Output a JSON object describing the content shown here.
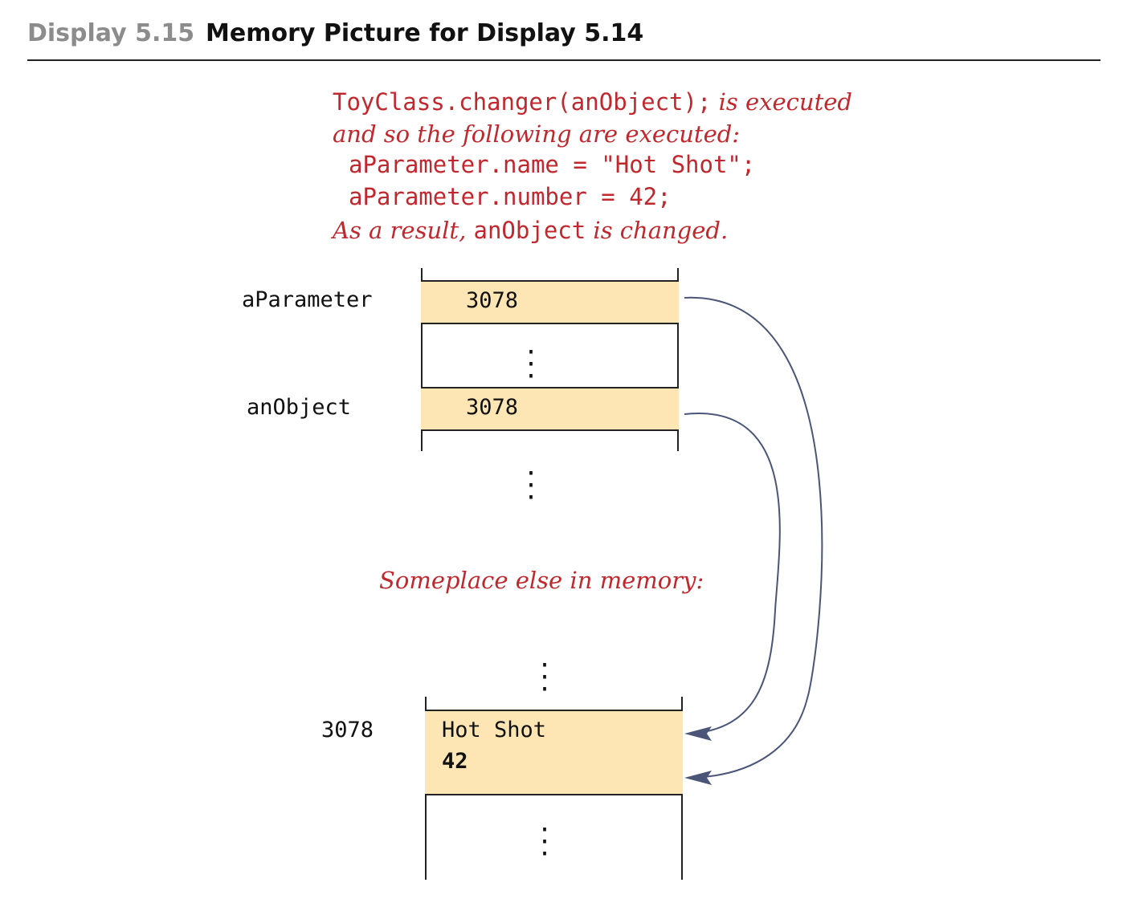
{
  "header": {
    "display_label": "Display 5.15",
    "title": "Memory Picture for Display 5.14"
  },
  "caption": {
    "line1_code": "ToyClass.changer(anObject);",
    "line1_text": " is executed",
    "line2_text": "and so the following are executed:",
    "line3_code": "aParameter.name = \"Hot Shot\";",
    "line4_code": "aParameter.number = 42;",
    "line5_text_a": "As a result, ",
    "line5_code": "anObject",
    "line5_text_b": " is changed."
  },
  "memory": {
    "aparameter_label": "aParameter",
    "aparameter_value": "3078",
    "anobject_label": "anObject",
    "anobject_value": "3078",
    "elsewhere_caption": "Someplace else in memory:",
    "object_address": "3078",
    "object_name": "Hot Shot",
    "object_number": "42"
  },
  "colors": {
    "caption": "#c0282e",
    "cell_fill": "#fde6b4",
    "arrow": "#4a5578"
  },
  "icons": {
    "ellipsis": "vertical-ellipsis-icon",
    "arrow": "arrowhead-icon"
  }
}
